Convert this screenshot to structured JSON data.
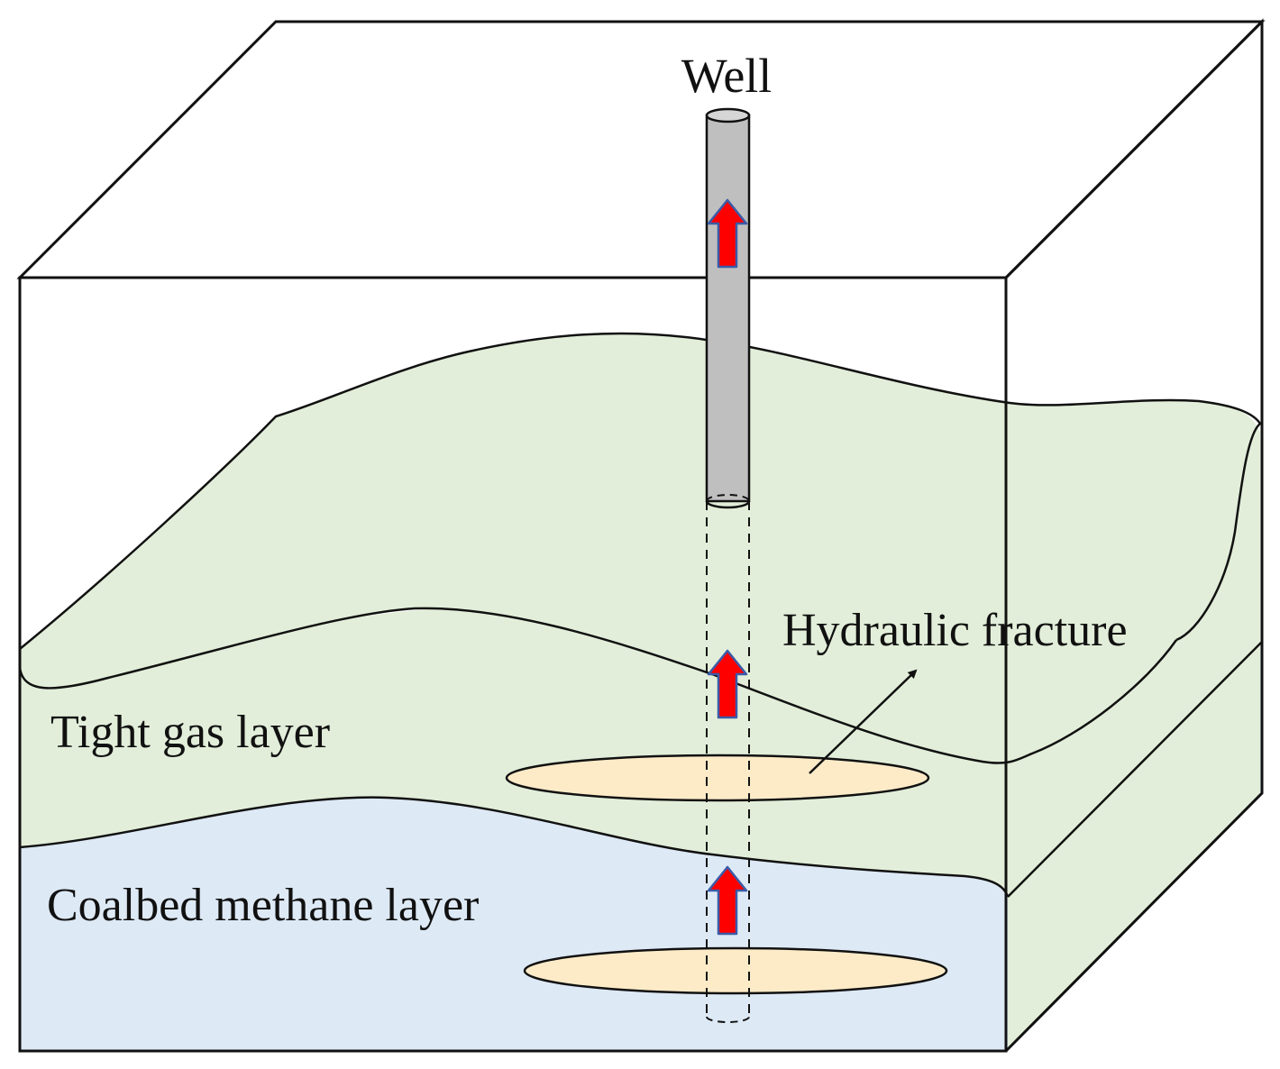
{
  "labels": {
    "well": "Well",
    "hydraulic_fracture": "Hydraulic fracture",
    "tight_gas_layer": "Tight gas layer",
    "coalbed_methane_layer": "Coalbed methane layer"
  },
  "colors": {
    "tight_gas_fill": "#e2eed9",
    "coalbed_fill": "#dde9f5",
    "fracture_fill": "#fdebc8",
    "well_fill": "#bfbfbf",
    "flow_arrow": "#ff0000",
    "flow_arrow_outline": "#3a5ba8",
    "outline": "#111111"
  }
}
